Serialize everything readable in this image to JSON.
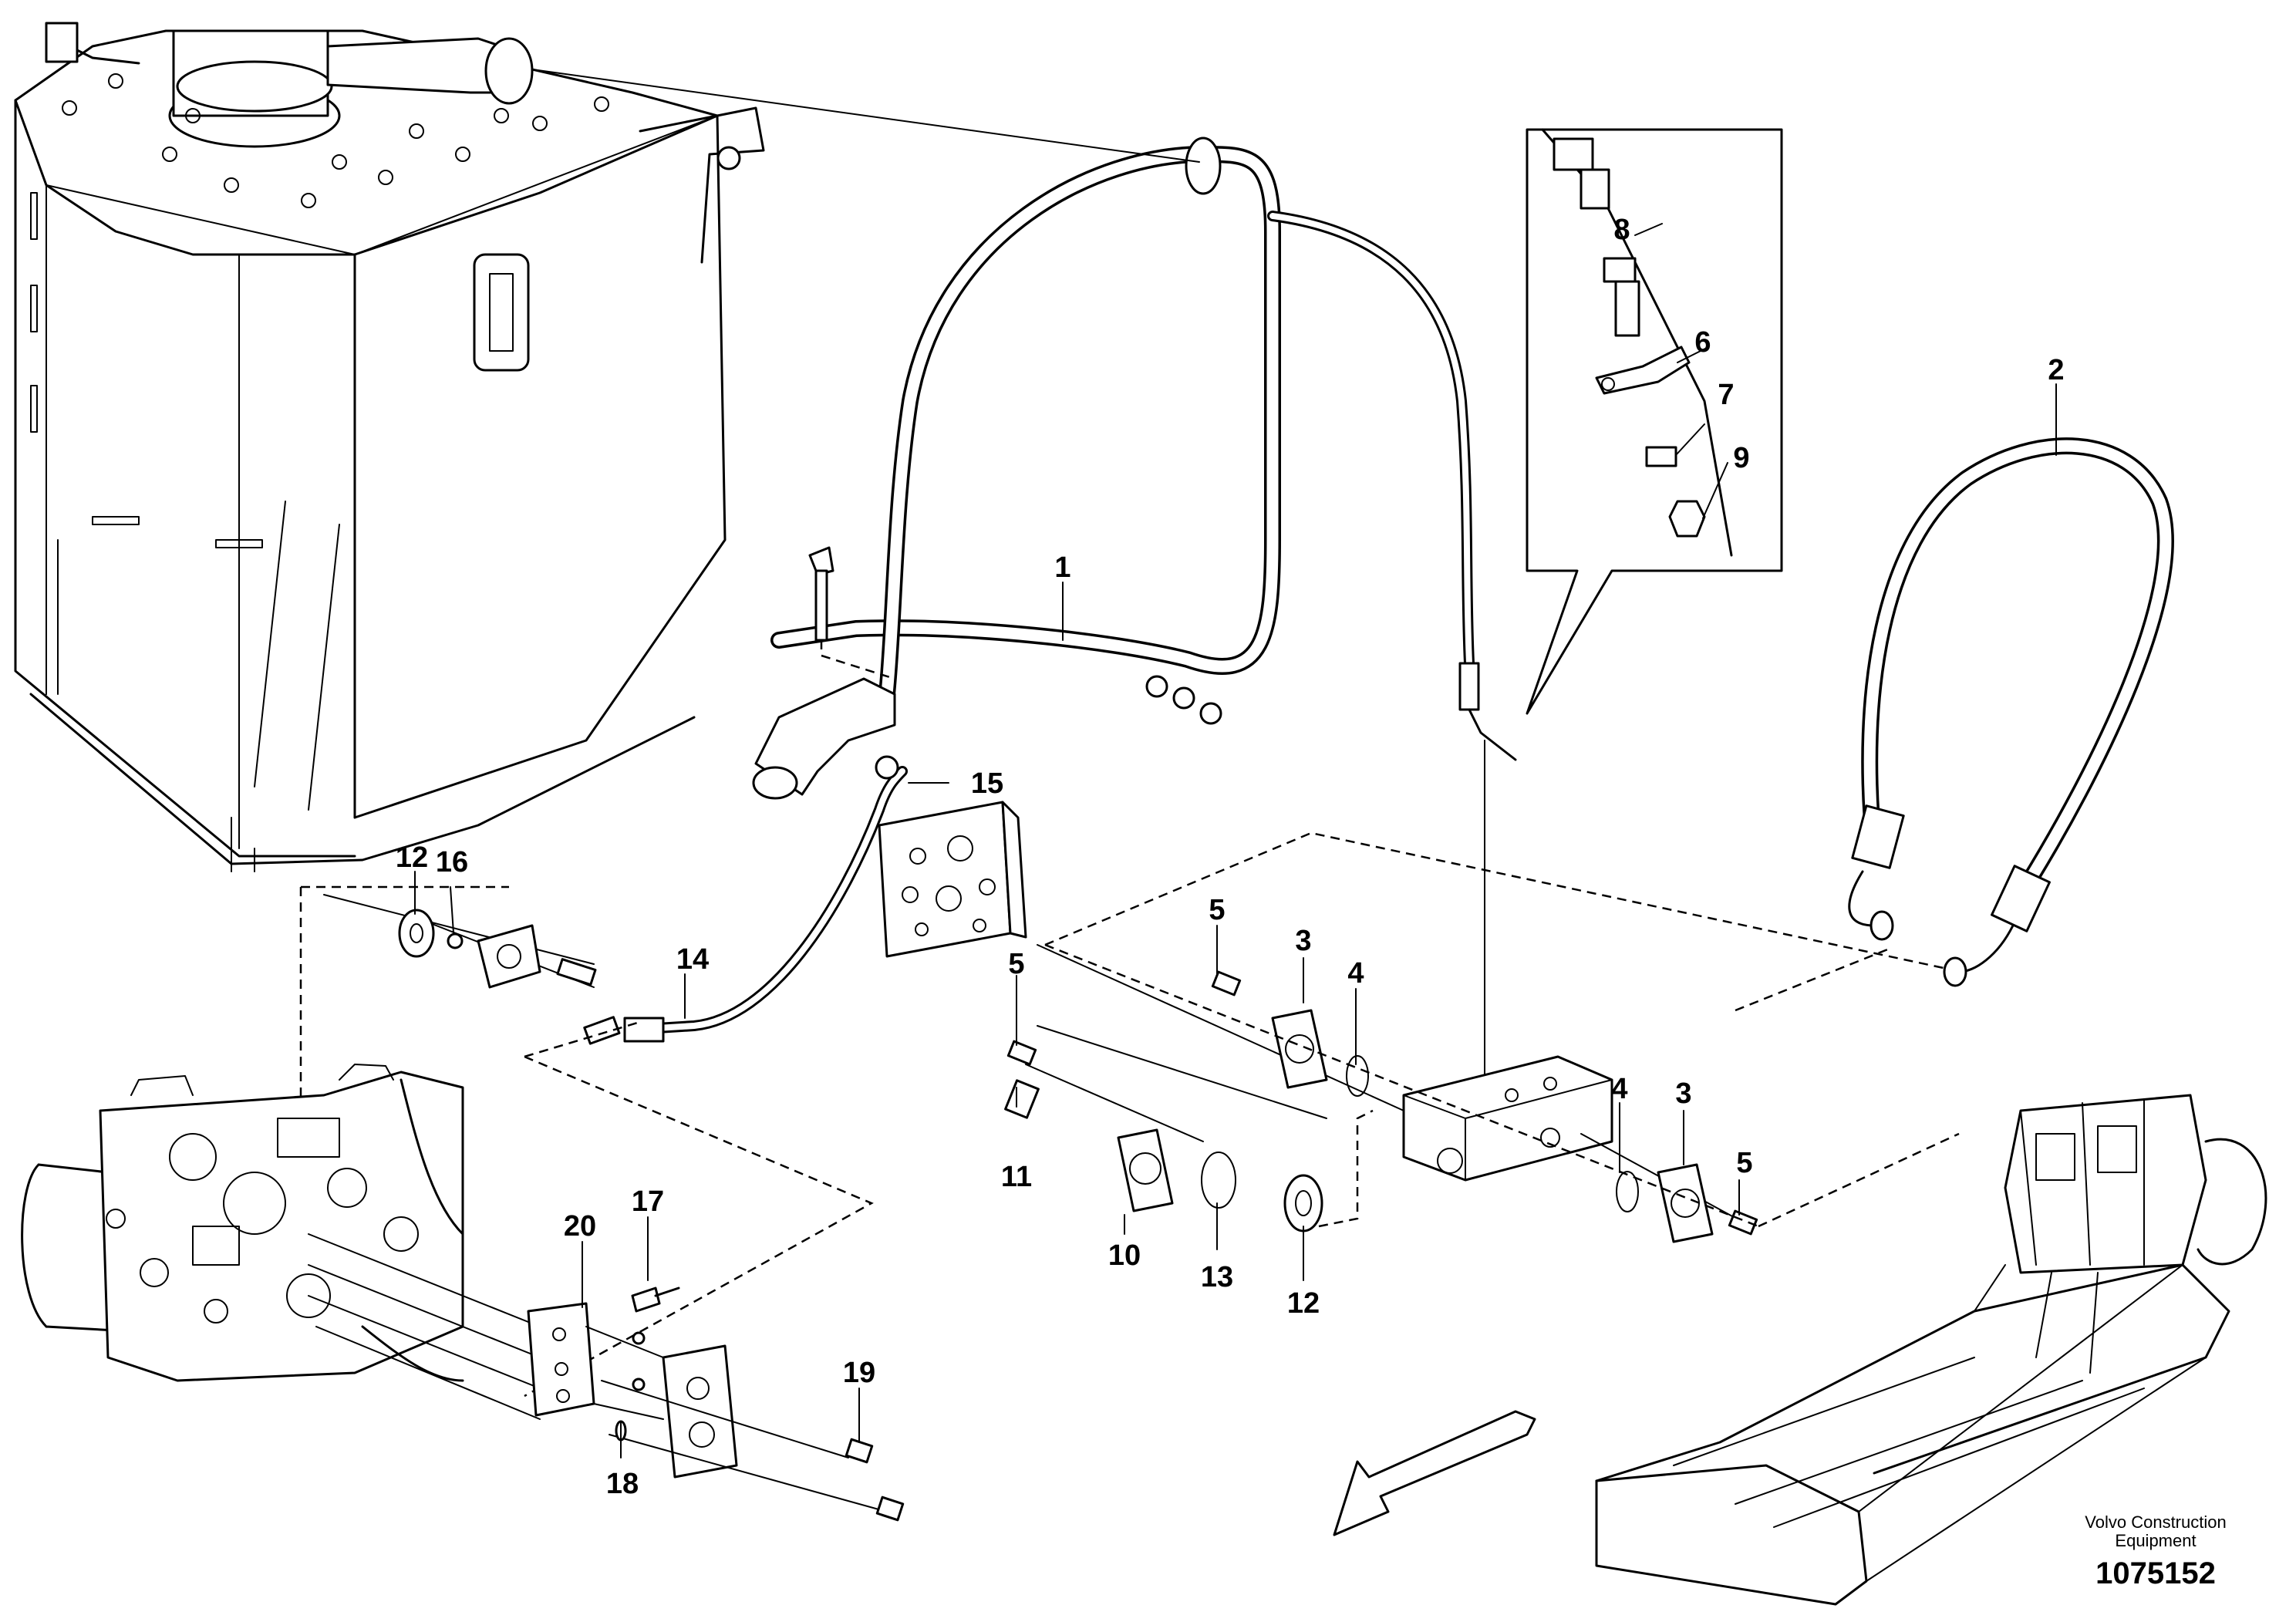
{
  "diagram": {
    "part_labels": [
      {
        "id": "1",
        "text": "1"
      },
      {
        "id": "2",
        "text": "2"
      },
      {
        "id": "3a",
        "text": "3"
      },
      {
        "id": "3b",
        "text": "3"
      },
      {
        "id": "4a",
        "text": "4"
      },
      {
        "id": "4b",
        "text": "4"
      },
      {
        "id": "5a",
        "text": "5"
      },
      {
        "id": "5b",
        "text": "5"
      },
      {
        "id": "5c",
        "text": "5"
      },
      {
        "id": "6",
        "text": "6"
      },
      {
        "id": "7",
        "text": "7"
      },
      {
        "id": "8",
        "text": "8"
      },
      {
        "id": "9",
        "text": "9"
      },
      {
        "id": "10",
        "text": "10"
      },
      {
        "id": "11",
        "text": "11"
      },
      {
        "id": "12a",
        "text": "12"
      },
      {
        "id": "12b",
        "text": "12"
      },
      {
        "id": "13",
        "text": "13"
      },
      {
        "id": "14",
        "text": "14"
      },
      {
        "id": "15",
        "text": "15"
      },
      {
        "id": "16",
        "text": "16"
      },
      {
        "id": "17",
        "text": "17"
      },
      {
        "id": "18",
        "text": "18"
      },
      {
        "id": "19",
        "text": "19"
      },
      {
        "id": "20",
        "text": "20"
      }
    ],
    "brand_line1": "Volvo Construction",
    "brand_line2": "Equipment",
    "doc_number": "1075152"
  }
}
